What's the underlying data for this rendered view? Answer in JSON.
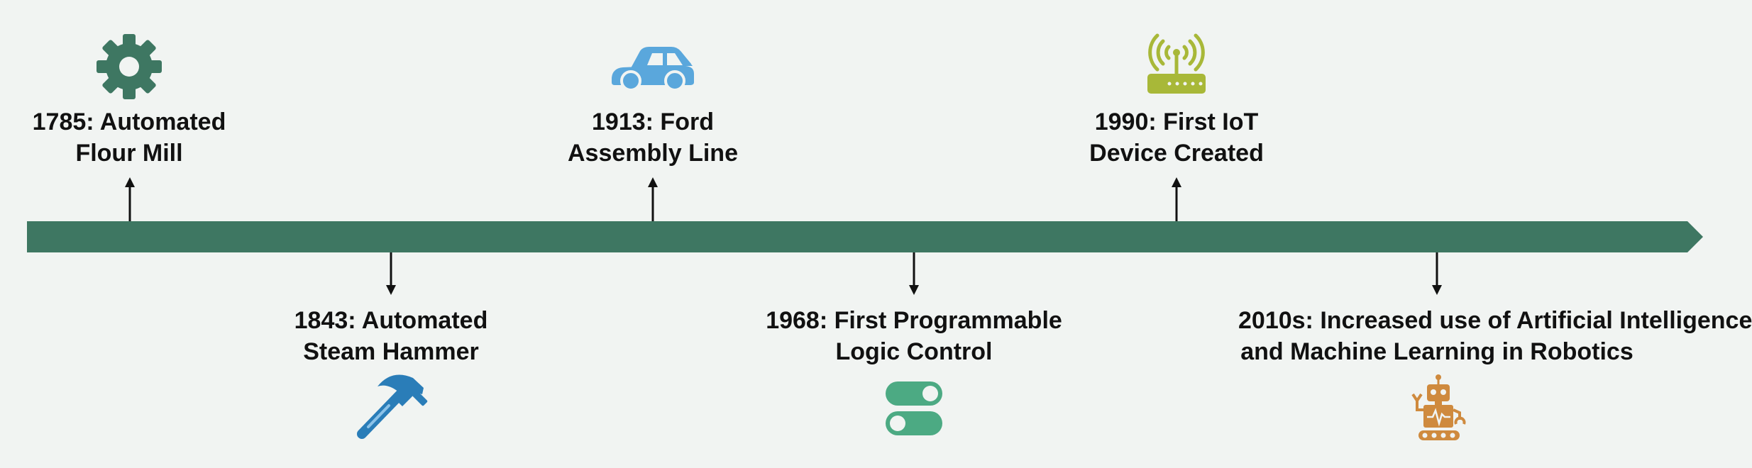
{
  "colors": {
    "bar": "#3e7762",
    "arrow": "#111111",
    "gear": "#3e7762",
    "car": "#5aa7dc",
    "router": "#a8b838",
    "hammer": "#2a7db8",
    "toggle": "#4caa83",
    "robot": "#cf8a3e"
  },
  "events": [
    {
      "id": "1785",
      "line1": "1785: Automated",
      "line2": "Flour Mill",
      "position": "above",
      "icon": "gear-icon"
    },
    {
      "id": "1843",
      "line1": "1843: Automated",
      "line2": "Steam Hammer",
      "position": "below",
      "icon": "hammer-icon"
    },
    {
      "id": "1913",
      "line1": "1913: Ford",
      "line2": "Assembly Line",
      "position": "above",
      "icon": "car-icon"
    },
    {
      "id": "1968",
      "line1": "1968: First Programmable",
      "line2": "Logic Control",
      "position": "below",
      "icon": "toggle-switch-icon"
    },
    {
      "id": "1990",
      "line1": "1990: First IoT",
      "line2": "Device Created",
      "position": "above",
      "icon": "wifi-router-icon"
    },
    {
      "id": "2010s",
      "line1": "2010s: Increased use of Artificial Intelligence",
      "line2": "and Machine Learning in Robotics",
      "position": "below",
      "icon": "robot-icon"
    }
  ]
}
